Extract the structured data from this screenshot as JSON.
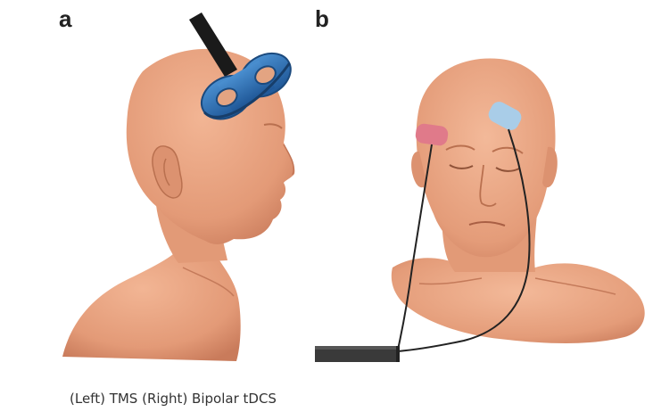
{
  "panels": {
    "a": {
      "label": "a"
    },
    "b": {
      "label": "b"
    }
  },
  "caption": "(Left) TMS (Right) Bipolar tDCS",
  "colors": {
    "skin": "#e9a07e",
    "skin_shadow": "#c97b5b",
    "coil": "#2d6fb3",
    "coil_dark": "#1e4f85",
    "anode": "#e07a8a",
    "cathode": "#a9cde8",
    "wire": "#222222",
    "device": "#333333"
  },
  "icons": {
    "tms_coil": "figure-eight-coil-icon",
    "electrode_red": "red-electrode-pad-icon",
    "electrode_blue": "blue-electrode-pad-icon",
    "stimulator": "tdcs-stimulator-box-icon"
  }
}
